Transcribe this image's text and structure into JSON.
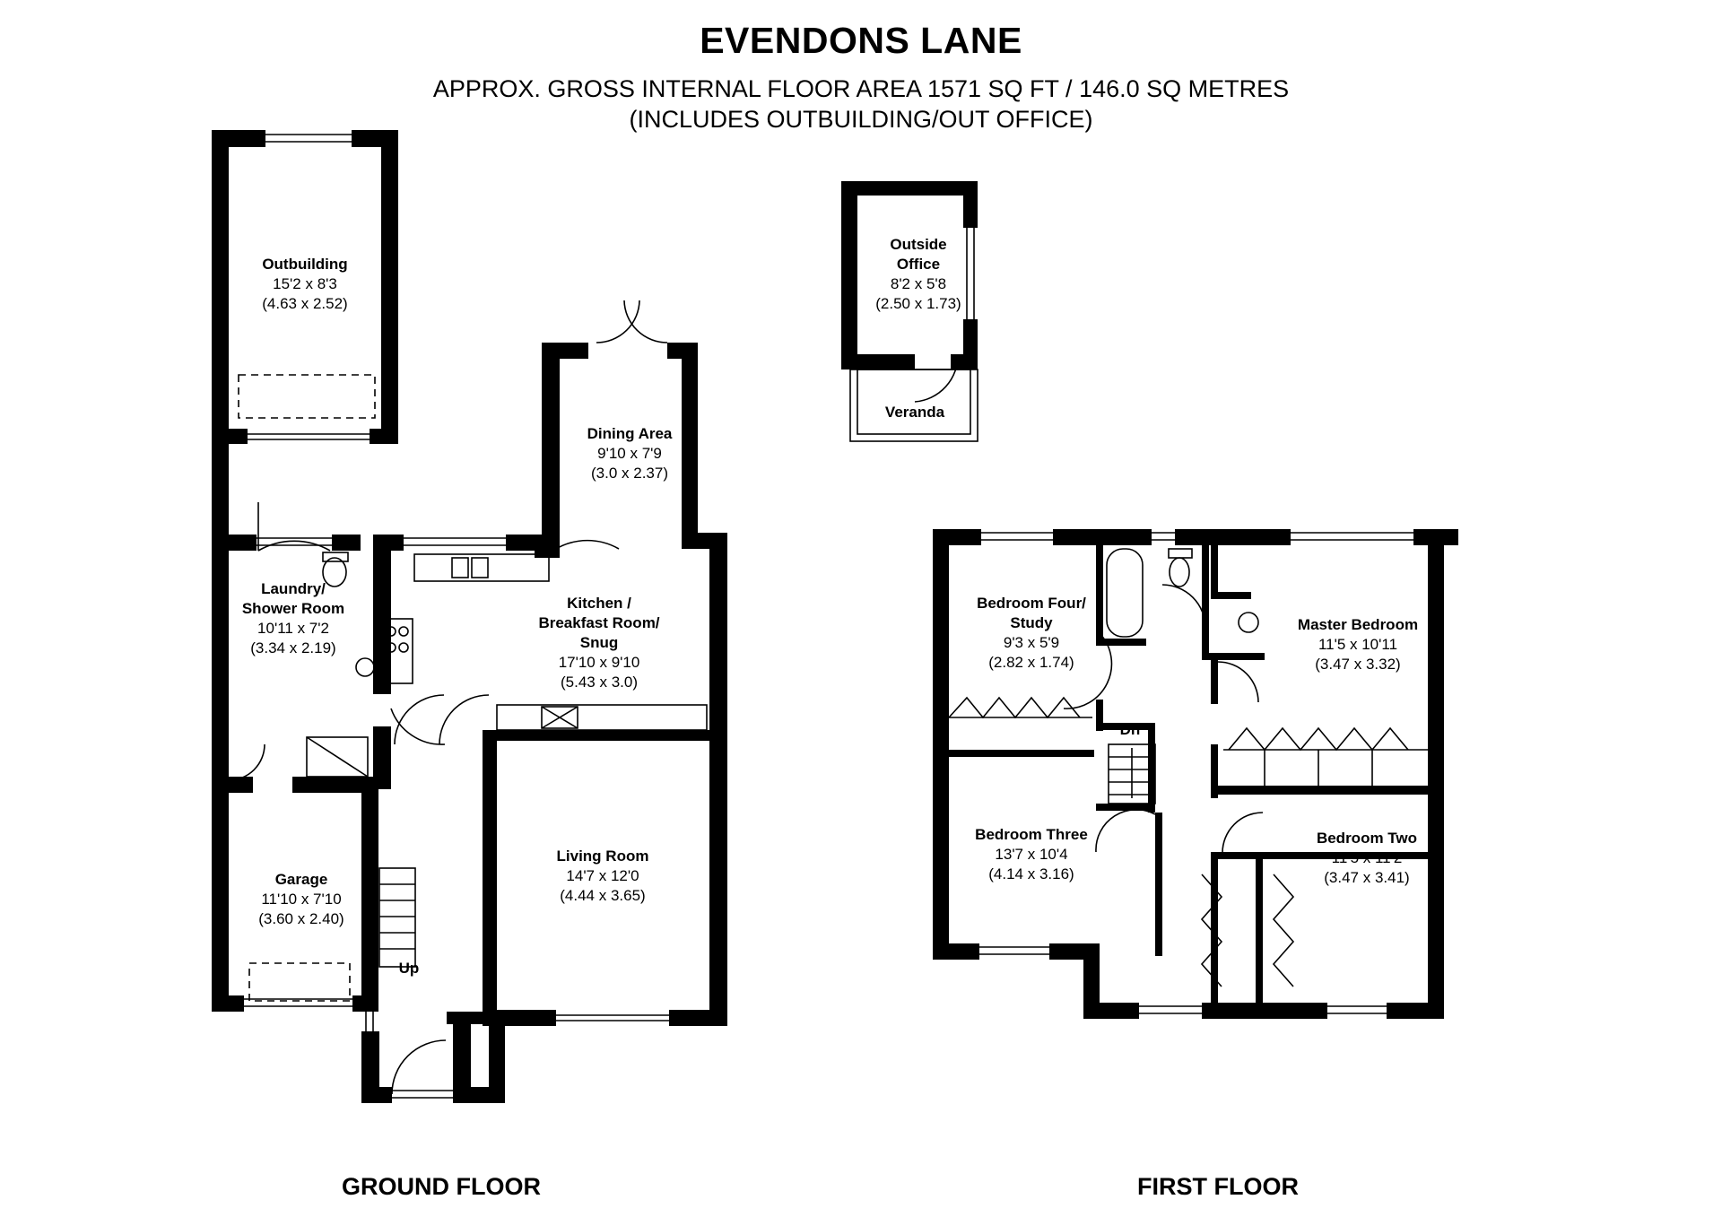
{
  "header": {
    "title": "EVENDONS LANE",
    "area_line": "APPROX. GROSS INTERNAL FLOOR AREA 1571 SQ FT / 146.0 SQ METRES",
    "includes_line": "(INCLUDES OUTBUILDING/OUT OFFICE)"
  },
  "floors": {
    "ground": "GROUND FLOOR",
    "first": "FIRST FLOOR"
  },
  "rooms": {
    "outbuilding": {
      "name": "Outbuilding",
      "imperial": "15'2 x 8'3",
      "metric": "(4.63 x 2.52)"
    },
    "outside_office": {
      "name_line1": "Outside",
      "name_line2": "Office",
      "imperial": "8'2 x 5'8",
      "metric": "(2.50 x 1.73)"
    },
    "veranda": {
      "name": "Veranda"
    },
    "dining": {
      "name": "Dining Area",
      "imperial": "9'10 x 7'9",
      "metric": "(3.0 x 2.37)"
    },
    "laundry": {
      "name_line1": "Laundry/",
      "name_line2": "Shower Room",
      "imperial": "10'11 x 7'2",
      "metric": "(3.34 x 2.19)"
    },
    "kitchen": {
      "name_line1": "Kitchen /",
      "name_line2": "Breakfast Room/",
      "name_line3": "Snug",
      "imperial": "17'10 x 9'10",
      "metric": "(5.43 x 3.0)"
    },
    "garage": {
      "name": "Garage",
      "imperial": "11'10 x 7'10",
      "metric": "(3.60 x 2.40)"
    },
    "living": {
      "name": "Living Room",
      "imperial": "14'7 x 12'0",
      "metric": "(4.44 x 3.65)"
    },
    "bedroom_four": {
      "name_line1": "Bedroom Four/",
      "name_line2": "Study",
      "imperial": "9'3 x 5'9",
      "metric": "(2.82 x 1.74)"
    },
    "master": {
      "name": "Master Bedroom",
      "imperial": "11'5 x 10'11",
      "metric": "(3.47 x 3.32)"
    },
    "bedroom_three": {
      "name": "Bedroom Three",
      "imperial": "13'7 x 10'4",
      "metric": "(4.14 x 3.16)"
    },
    "bedroom_two": {
      "name": "Bedroom Two",
      "imperial": "11'5 x 11'2",
      "metric": "(3.47 x 3.41)"
    }
  },
  "stairs": {
    "up": "Up",
    "down": "Dn"
  }
}
